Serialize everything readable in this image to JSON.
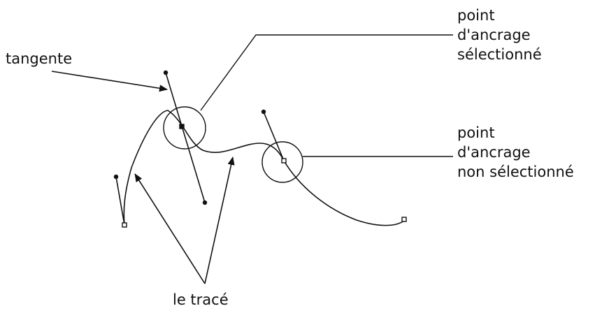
{
  "labels": {
    "tangent": "tangente",
    "selected_anchor": [
      "point",
      "d'ancrage",
      "sélectionné"
    ],
    "unselected_anchor": [
      "point",
      "d'ancrage",
      "non sélectionné"
    ],
    "path": "le tracé"
  },
  "colors": {
    "ink": "#111111",
    "background": "#ffffff"
  }
}
